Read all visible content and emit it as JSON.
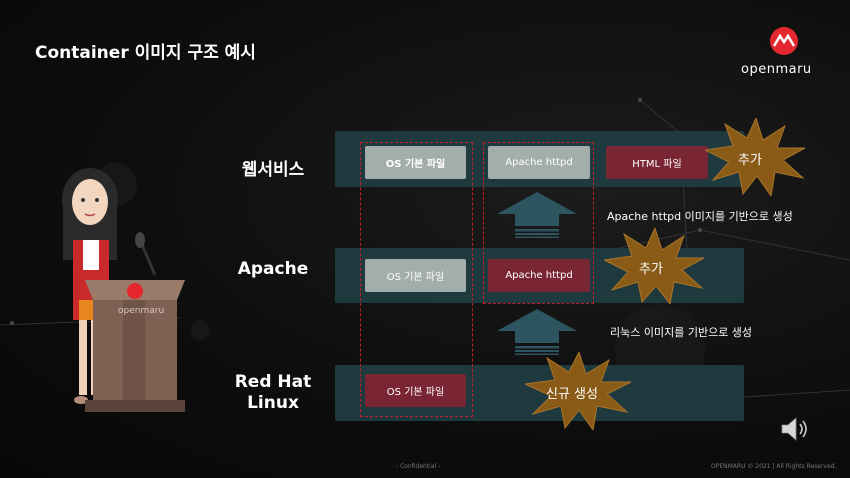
{
  "title": "Container 이미지 구조 예시",
  "brand": "openmaru",
  "rows": [
    {
      "label_lines": [
        "웹서비스"
      ]
    },
    {
      "label_lines": [
        "Apache"
      ]
    },
    {
      "label_lines": [
        "Red Hat",
        "Linux"
      ]
    }
  ],
  "boxes": {
    "web_os": "OS 기본 파일",
    "web_httpd": "Apache httpd",
    "web_html": "HTML 파일",
    "apache_os": "OS 기본 파일",
    "apache_httpd": "Apache httpd",
    "linux_os": "OS 기본 파일"
  },
  "notes": {
    "upper": "Apache httpd 이미지를 기반으로 생성",
    "lower": "리눅스 이미지를 기반으로 생성"
  },
  "bursts": {
    "web": "추가",
    "apache": "추가",
    "linux": "신규 생성"
  },
  "podium_logo": "openmaru",
  "footer": {
    "center": "- Confidential -",
    "right": "OPENMARU © 2021 | All Rights Reserved."
  },
  "colors": {
    "row_bg": "#1f3a3f",
    "gray_box": "#a3adac",
    "red_box": "#7a2534",
    "dash": "#c0202a",
    "burst": "#8a5a17",
    "arrow": "#2d5560"
  },
  "icons": {
    "logo": "openmaru-logo-icon",
    "speaker": "speaker-icon",
    "arrow": "up-arrow-icon"
  }
}
